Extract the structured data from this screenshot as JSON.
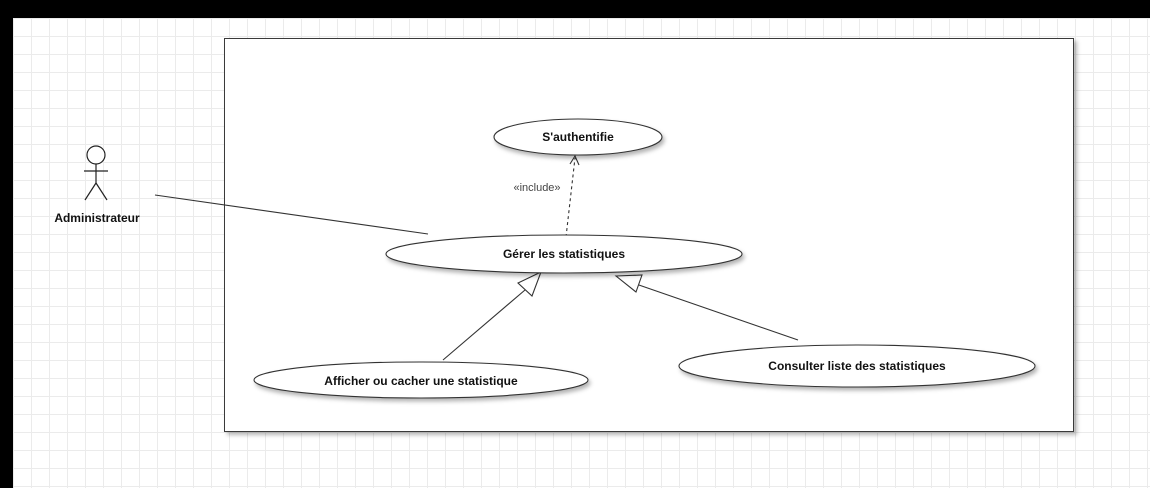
{
  "actor": {
    "name": "Administrateur"
  },
  "use_cases": {
    "authentifie": "S'authentifie",
    "gerer": "Gérer les statistiques",
    "afficher": "Afficher ou cacher une statistique",
    "consulter": "Consulter liste des statistiques"
  },
  "relations": {
    "include_label": "«include»"
  }
}
